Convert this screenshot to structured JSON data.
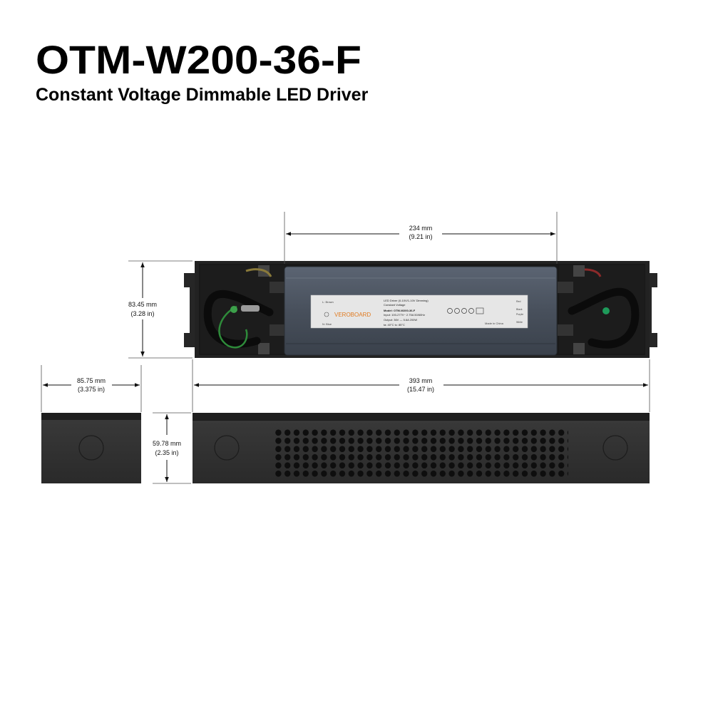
{
  "header": {
    "model": "OTM-W200-36-F",
    "subtitle": "Constant Voltage Dimmable LED Driver"
  },
  "dimensions": {
    "driver_length": {
      "mm": "234 mm",
      "in": "(9.21 in)"
    },
    "height": {
      "mm": "83.45 mm",
      "in": "(3.28 in)"
    },
    "width_side": {
      "mm": "85.75 mm",
      "in": "(3.375 in)"
    },
    "overall_length": {
      "mm": "393 mm",
      "in": "(15.47 in)"
    },
    "depth": {
      "mm": "59.78 mm",
      "in": "(2.35 in)"
    }
  },
  "label": {
    "brand": "VEROBOARD",
    "line1": "LED Driver (0-10V/1-10V Dimming)",
    "line2": "Constant Voltage",
    "model_line": "Model: OTM-W200-36-F",
    "input_line": "Input: 100-277V~ 2.75A 50/60Hz",
    "output_line": "Output: 36V --- 5.6A 200W",
    "temp_line": "ta: 40°C  tc: 85°C",
    "made_in": "Made in China",
    "left_l": "L: Brown",
    "left_n": "N: Blue",
    "right_red": "Red",
    "right_black": "Black",
    "right_purple": "Purple",
    "right_white": "White"
  },
  "colors": {
    "housing": "#2b2b2b",
    "driver": "#4c5461",
    "label_bg": "#e6e6e6",
    "brand_accent": "#e07a1f",
    "ground_wire": "#2e8b3a"
  }
}
